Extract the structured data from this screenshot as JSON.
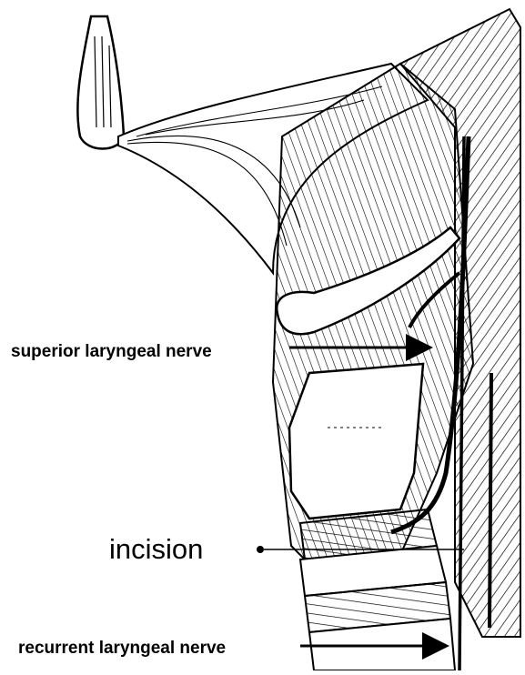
{
  "labels": {
    "superior": "superior laryngeal nerve",
    "incision": "incision",
    "recurrent": "recurrent laryngeal nerve"
  },
  "colors": {
    "ink": "#000000",
    "paper": "#ffffff"
  }
}
